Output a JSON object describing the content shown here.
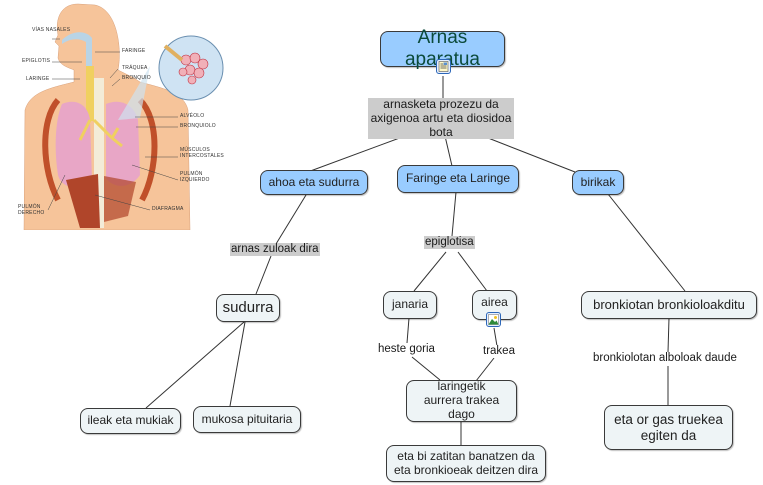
{
  "diagram": {
    "title": "Arnas aparatua",
    "colors": {
      "concept_blue": "#99ccff",
      "concept_pale": "#eef4f6",
      "linking_phrase_bg": "#cccccc",
      "root_text": "#0b4a3a",
      "line": "#333333"
    },
    "nodes": {
      "root": {
        "text": "Arnas aparatua",
        "icon": "document-image-resource-icon"
      },
      "definition": {
        "text": "arnasketa prozezu da axigenoa artu eta diosidoa bota"
      },
      "ahoa": {
        "text": "ahoa eta sudurra"
      },
      "faringe": {
        "text": "Faringe eta Laringe"
      },
      "birikak": {
        "text": "birikak"
      },
      "sudurra": {
        "text": "sudurra"
      },
      "ileak": {
        "text": "ileak eta mukiak"
      },
      "mukosa": {
        "text": "mukosa pituitaria"
      },
      "janaria": {
        "text": "janaria"
      },
      "airea": {
        "text": "airea",
        "icon": "image-resource-icon"
      },
      "laringetik": {
        "text": "laringetik aurrera trakea dago"
      },
      "bitan": {
        "text": "eta bi zatitan banatzen da eta bronkioeak deitzen dira"
      },
      "bronkiotan": {
        "text": "bronkiotan bronkioloakditu"
      },
      "gas": {
        "text": "eta or gas truekea egiten da"
      }
    },
    "linking_phrases": {
      "arnas_zuloak": "arnas zuloak dira",
      "epiglotisa": "epiglotisa",
      "heste_goria": "heste goria",
      "trakea": "trakea",
      "bronkiolotan": "bronkiolotan alboloak daude"
    }
  },
  "anatomy_image": {
    "labels": {
      "vias_nasales": "VÍAS NASALES",
      "faringe": "FARINGE",
      "epiglotis": "EPIGLOTIS",
      "traquea": "TRÁQUEA",
      "laringe": "LARINGE",
      "bronquio": "BRONQUIO",
      "alveolo": "ALVÉOLO",
      "bronquiolo": "BRONQUIOLO",
      "musculos": "MÚSCULOS INTERCOSTALES",
      "pulmon_izq": "PULMÓN IZQUIERDO",
      "pulmon_der": "PULMÓN DERECHO",
      "diafragma": "DIAFRAGMA"
    }
  }
}
